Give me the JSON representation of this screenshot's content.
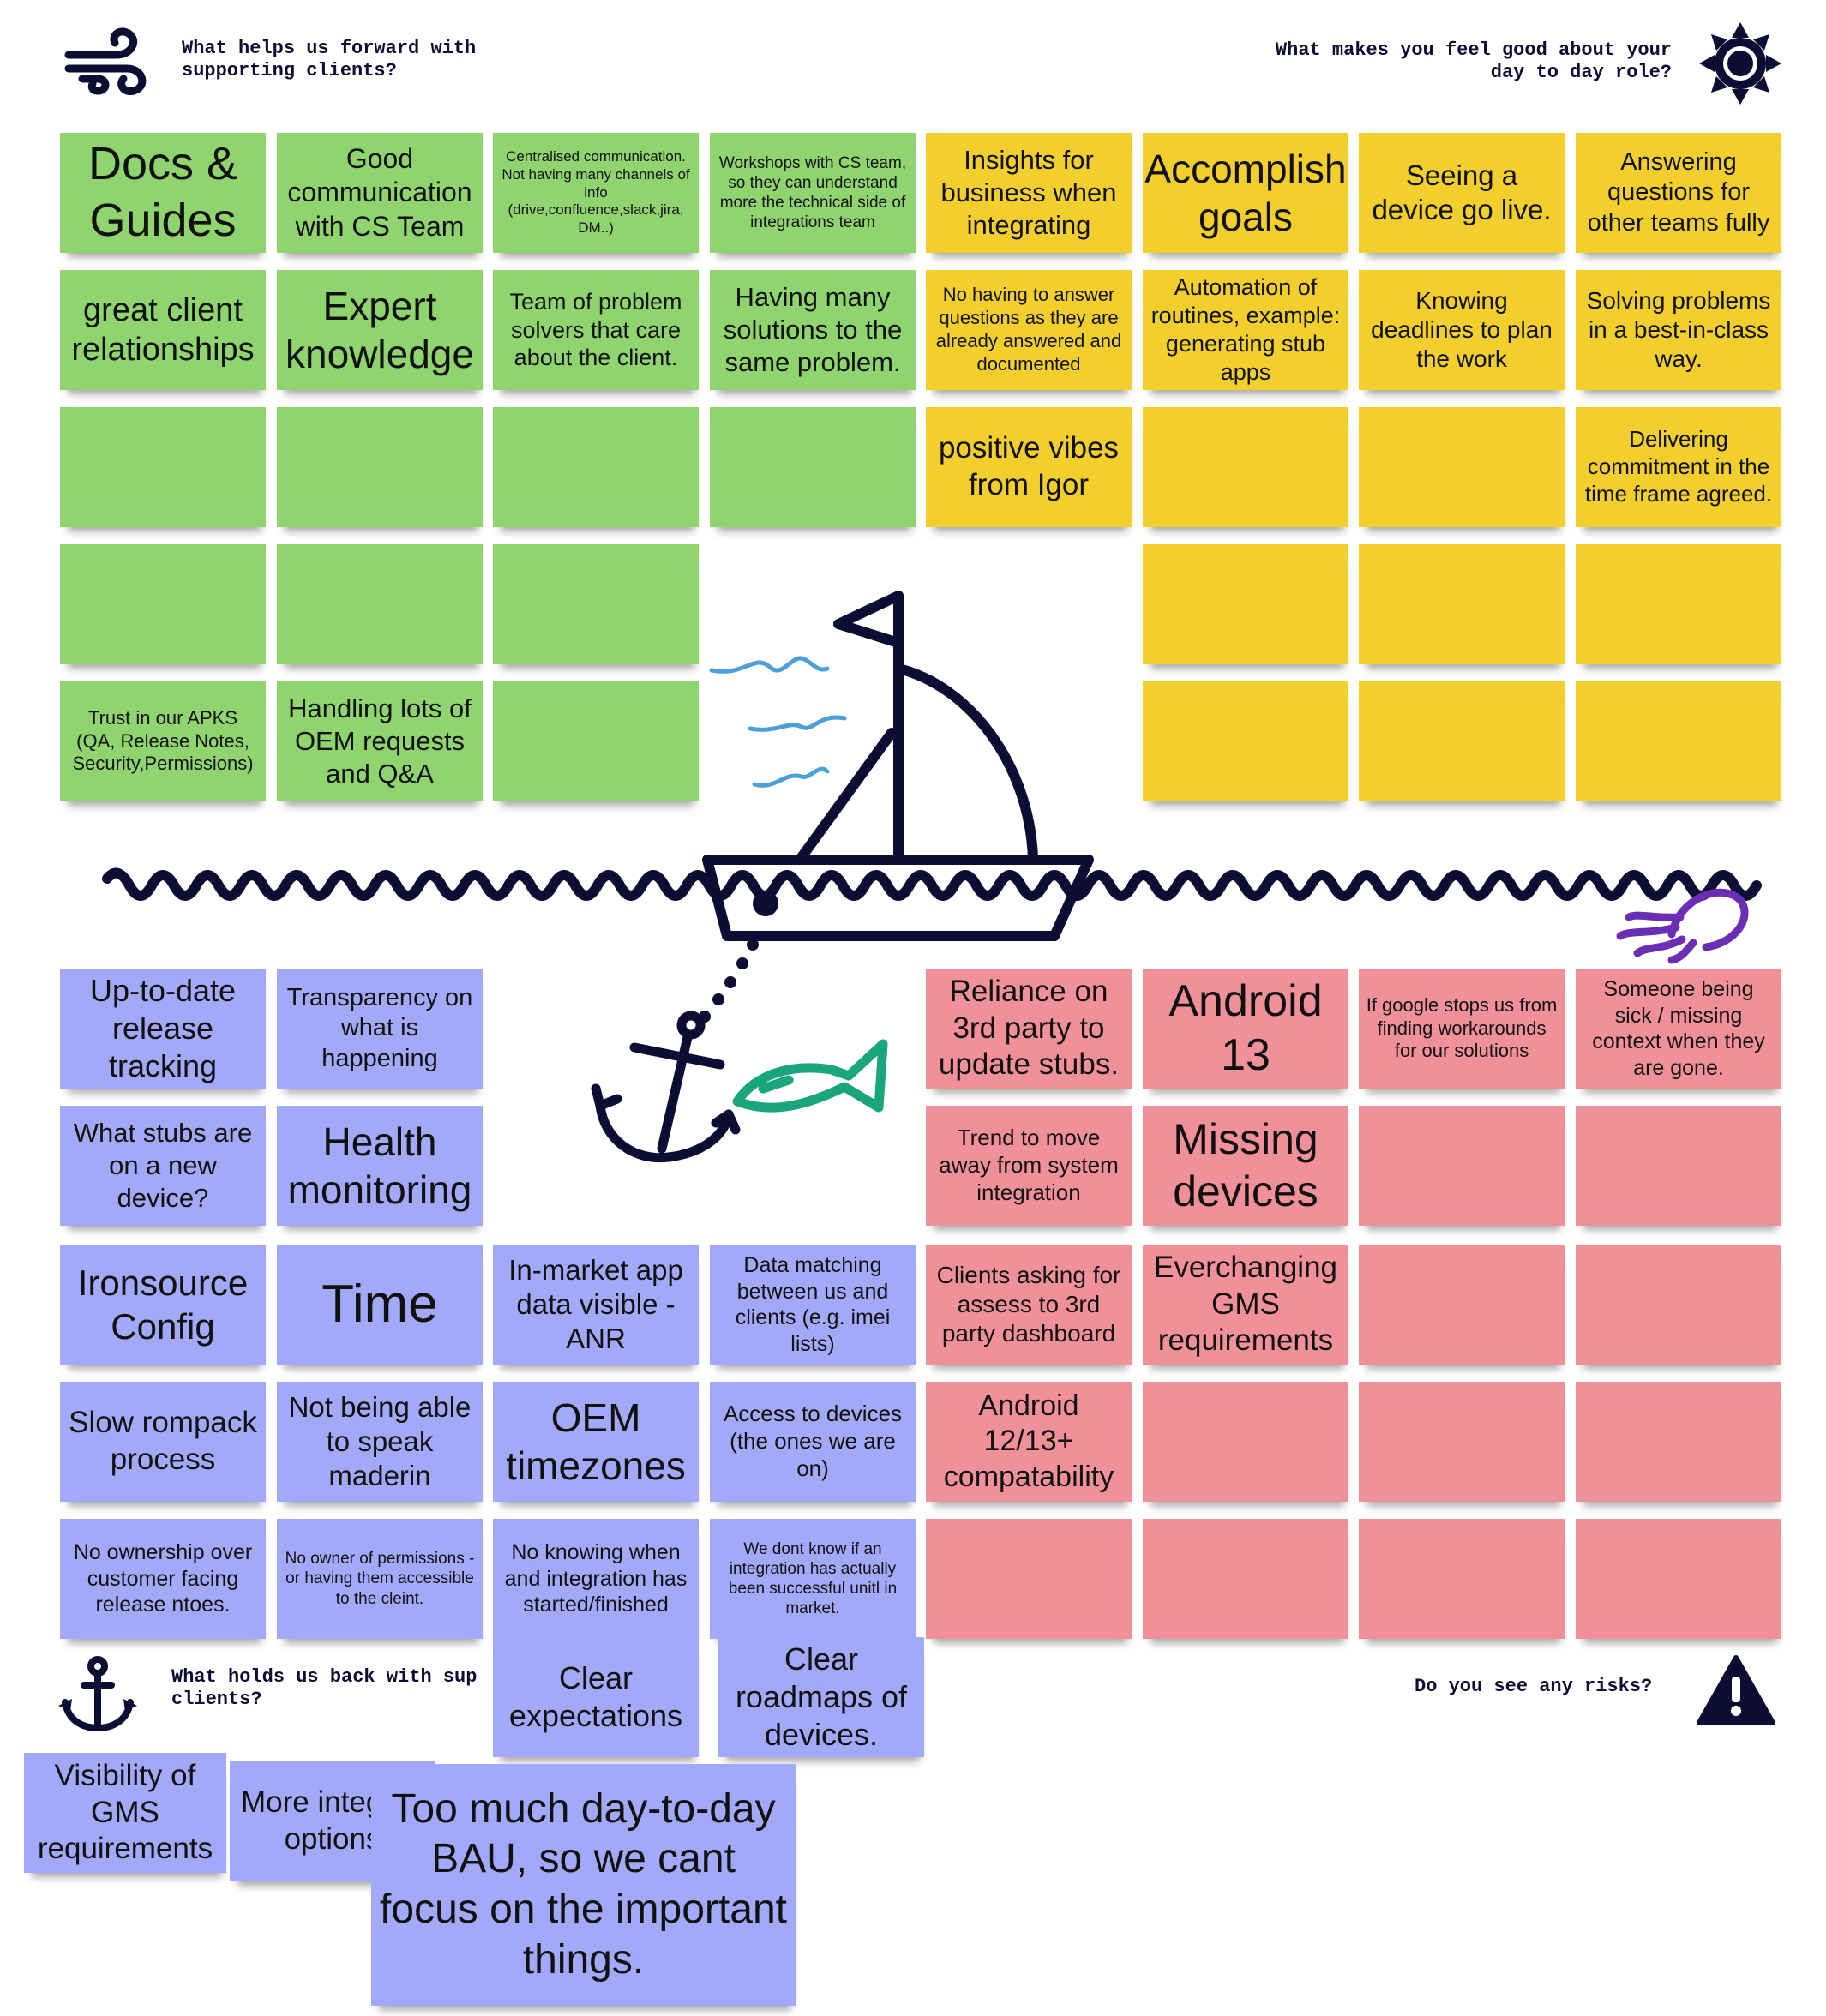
{
  "questions": {
    "forward": "What helps us forward with\nsupporting clients?",
    "feel_good": "What makes you feel good about your\nday to day role?",
    "holds_back": "What holds us back with sup\nclients?",
    "risks": "Do you see any risks?"
  },
  "icons": {
    "forward": "wind-icon",
    "feel_good": "sun-icon",
    "holds_back": "anchor-icon",
    "risks": "warning-triangle-icon"
  },
  "colors": {
    "green": "#8fd46f",
    "yellow": "#f2cf2c",
    "blue": "#a2a9f9",
    "pink": "#f0919a",
    "navy": "#0d0d33"
  },
  "notes": {
    "green": [
      "Docs & Guides",
      "Good communication with CS Team",
      "Centralised communication. Not having many channels of info (drive,confluence,slack,jira, DM..)",
      "Workshops with CS team, so they can understand more the technical side of integrations team",
      "great client relationships",
      "Expert knowledge",
      "Team of problem solvers that care about the client.",
      "Having many solutions to the same problem.",
      "",
      "",
      "",
      "",
      "",
      "",
      "",
      "Trust in our APKS (QA, Release Notes, Security,Permissions)",
      "Handling lots of OEM requests and Q&A",
      ""
    ],
    "yellow": [
      "Insights for business when integrating",
      "Accomplish goals",
      "Seeing a device go live.",
      "Answering questions for other teams fully",
      "No having to answer questions as they are already answered and documented",
      "Automation of routines, example: generating stub apps",
      "Knowing deadlines to plan the work",
      "Solving problems in a best-in-class way.",
      "positive vibes from Igor",
      "",
      "",
      "Delivering commitment in the time frame agreed.",
      "",
      "",
      "",
      "",
      "",
      ""
    ],
    "blue": [
      "Up-to-date release tracking",
      "Transparency on what is happening",
      "What stubs are on a new device?",
      "Health monitoring",
      "Ironsource Config",
      "Time",
      "In-market app data visible - ANR",
      "Data matching between us and clients (e.g. imei lists)",
      "Slow rompack process",
      "Not being able to speak maderin",
      "OEM timezones",
      "Access to devices (the ones we are on)",
      "No ownership over customer facing release ntoes.",
      "No owner of permissions - or having them accessible to the cleint.",
      "No knowing when and integration has started/finished",
      "We dont know if an integration has actually been successful unitl in market.",
      "Clear expectations",
      "Clear roadmaps of devices.",
      "Visibility of GMS requirements",
      "More integrati options",
      "Too much day-to-day BAU, so we cant focus on the important things."
    ],
    "pink": [
      "Reliance on 3rd party to update stubs.",
      "Android 13",
      "If google stops us from finding workarounds for our solutions",
      "Someone being sick / missing context when they are gone.",
      "Trend to move away from system integration",
      "Missing devices",
      "",
      "",
      "Clients asking for assess to 3rd party dashboard",
      "Everchanging GMS requirements",
      "",
      "",
      "Android 12/13+ compatability",
      "",
      "",
      "",
      "",
      "",
      "",
      ""
    ]
  }
}
